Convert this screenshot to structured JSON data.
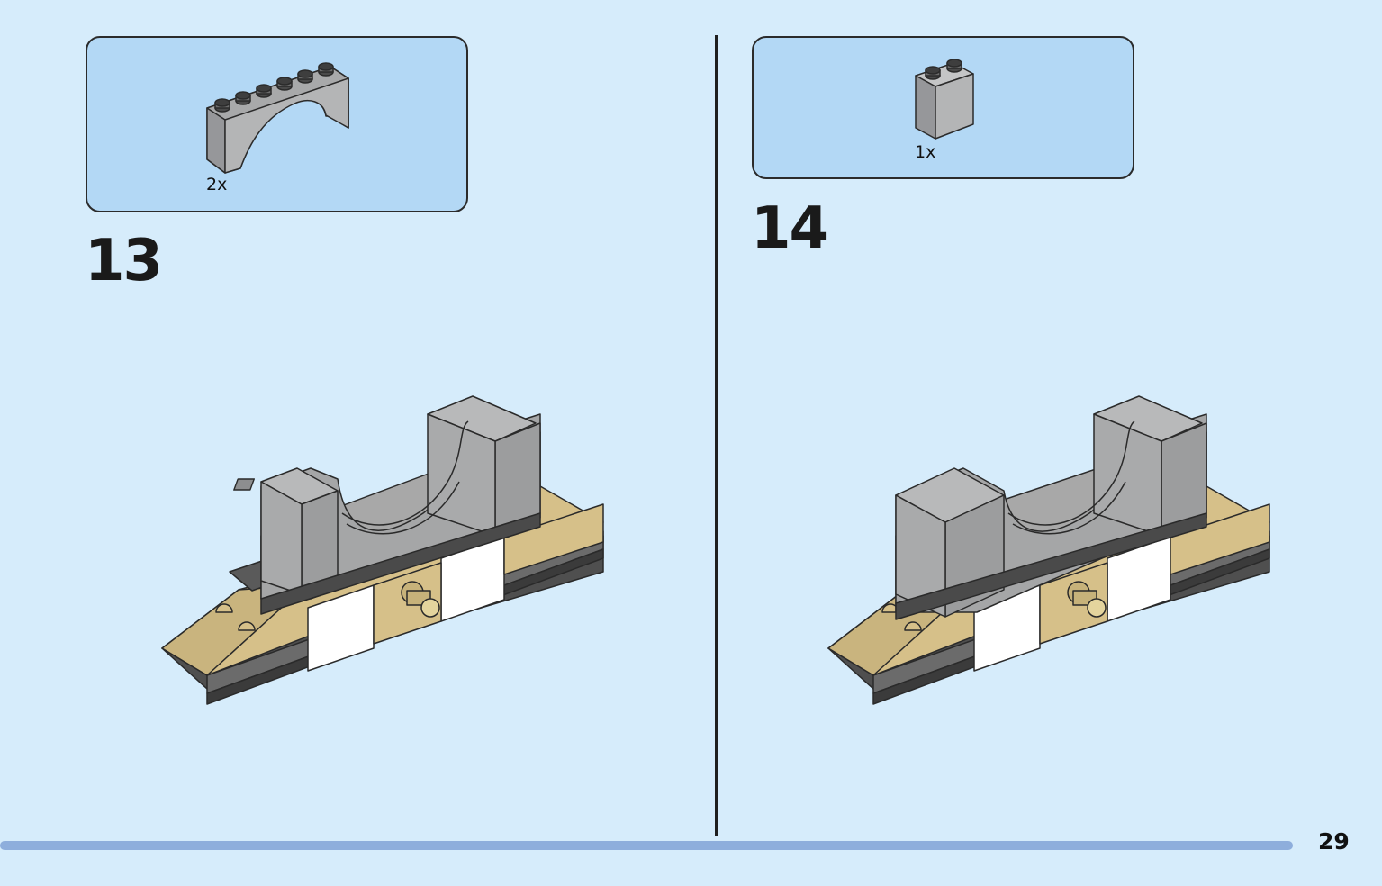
{
  "steps": [
    {
      "number": "13",
      "parts": [
        {
          "name": "arch brick",
          "quantity": "2x"
        }
      ]
    },
    {
      "number": "14",
      "parts": [
        {
          "name": "brick",
          "quantity": "1x"
        }
      ]
    }
  ],
  "page_number": "29",
  "colors": {
    "background": "#d6ecfb",
    "parts_box": "#b3d8f5",
    "grey": "#a7a8a9",
    "tan": "#d6c089",
    "dark": "#5e5e5e",
    "white": "#ffffff",
    "progress": "#8eaedc"
  }
}
